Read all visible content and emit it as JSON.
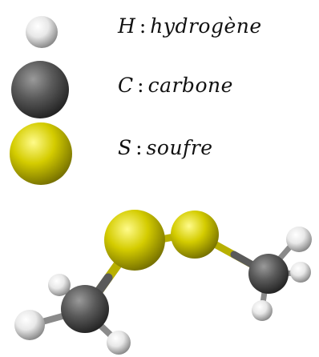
{
  "legend": [
    {
      "symbol": "H",
      "separator": ":",
      "name": "hydrogène",
      "color": "#ececec"
    },
    {
      "symbol": "C",
      "separator": ":",
      "name": "carbone",
      "color": "#555555"
    },
    {
      "symbol": "S",
      "separator": ":",
      "name": "soufre",
      "color": "#c9c200"
    }
  ],
  "colors": {
    "hydrogen": "#ececec",
    "carbon": "#555555",
    "sulfur": "#c9c200",
    "bond_sulfur": "#b8b000",
    "bond_carbon": "#5a5a5a"
  }
}
